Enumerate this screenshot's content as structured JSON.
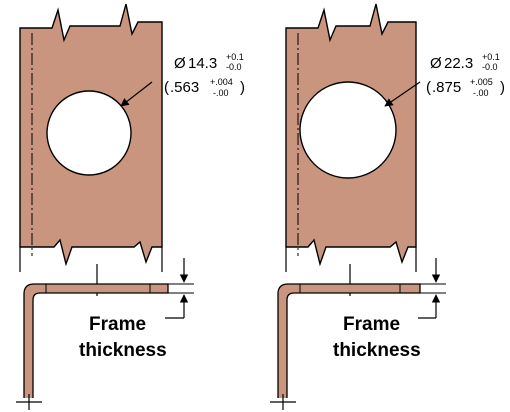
{
  "colors": {
    "frame_fill": "#c9957e",
    "line": "#000000",
    "hole": "#ffffff"
  },
  "panels": [
    {
      "diameter_symbol": "Ø",
      "metric_value": "14.3",
      "metric_tol_plus": "+0.1",
      "metric_tol_minus": "-0.0",
      "inch_open": "(",
      "inch_value": ".563",
      "inch_tol_plus": "+.004",
      "inch_tol_minus": "-.00",
      "inch_close": ")",
      "label_line1": "Frame",
      "label_line2": "thickness"
    },
    {
      "diameter_symbol": "Ø",
      "metric_value": "22.3",
      "metric_tol_plus": "+0.1",
      "metric_tol_minus": "-0.0",
      "inch_open": "(",
      "inch_value": ".875",
      "inch_tol_plus": "+.005",
      "inch_tol_minus": "-.00",
      "inch_close": ")",
      "label_line1": "Frame",
      "label_line2": "thickness"
    }
  ]
}
